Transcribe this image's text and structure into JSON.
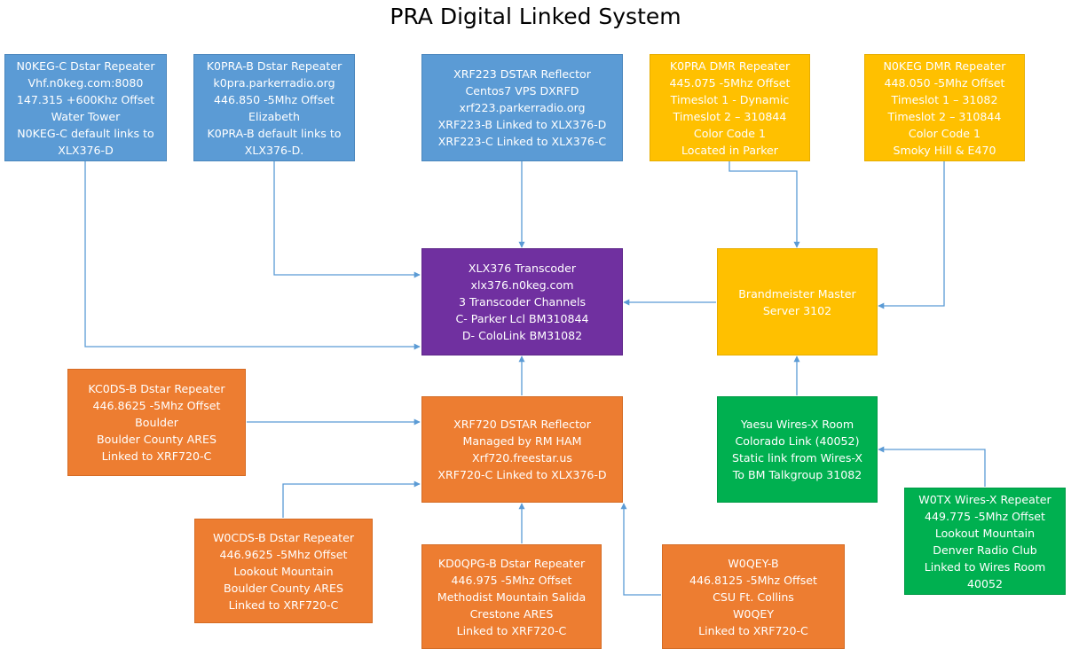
{
  "title": "PRA Digital Linked System",
  "colors": {
    "blue": "#5b9bd5",
    "purple": "#7030a0",
    "gold": "#ffc000",
    "orange": "#ed7d31",
    "green": "#00b050",
    "connector": "#5b9bd5"
  },
  "nodes": {
    "n0keg_c": {
      "lines": [
        "N0KEG-C Dstar Repeater",
        "Vhf.n0keg.com:8080",
        "147.315 +600Khz Offset",
        "Water Tower",
        "N0KEG-C default links to",
        "XLX376-D"
      ]
    },
    "k0pra_b": {
      "lines": [
        "K0PRA-B Dstar Repeater",
        "k0pra.parkerradio.org",
        "446.850 -5Mhz Offset",
        "Elizabeth",
        "K0PRA-B default links to",
        "XLX376-D."
      ]
    },
    "xrf223": {
      "lines": [
        "XRF223 DSTAR Reflector",
        "Centos7 VPS DXRFD",
        "xrf223.parkerradio.org",
        "XRF223-B Linked to XLX376-D",
        "XRF223-C Linked to XLX376-C"
      ]
    },
    "k0pra_dmr": {
      "lines": [
        "K0PRA DMR Repeater",
        "445.075 -5Mhz Offset",
        "Timeslot 1 - Dynamic",
        "Timeslot 2 – 310844",
        "Color Code 1",
        "Located in Parker"
      ]
    },
    "n0keg_dmr": {
      "lines": [
        "N0KEG DMR Repeater",
        "448.050 -5Mhz Offset",
        "Timeslot 1 – 31082",
        "Timeslot 2 – 310844",
        "Color Code 1",
        "Smoky Hill & E470"
      ]
    },
    "xlx376": {
      "lines": [
        "XLX376 Transcoder",
        "xlx376.n0keg.com",
        "3 Transcoder Channels",
        "C- Parker Lcl BM310844",
        "D- ColoLink BM31082"
      ]
    },
    "brandmeister": {
      "lines": [
        "Brandmeister Master",
        "Server 3102"
      ]
    },
    "kc0ds_b": {
      "lines": [
        "KC0DS-B Dstar Repeater",
        "446.8625 -5Mhz Offset",
        "Boulder",
        "Boulder County ARES",
        "Linked to XRF720-C"
      ]
    },
    "xrf720": {
      "lines": [
        "XRF720 DSTAR Reflector",
        "Managed by RM HAM",
        "Xrf720.freestar.us",
        "XRF720-C Linked to XLX376-D"
      ]
    },
    "yaesu": {
      "lines": [
        "Yaesu Wires-X Room",
        "Colorado Link (40052)",
        "Static link from Wires-X",
        "To BM Talkgroup 31082"
      ]
    },
    "w0cds_b": {
      "lines": [
        "W0CDS-B Dstar Repeater",
        "446.9625 -5Mhz Offset",
        "Lookout Mountain",
        "Boulder County ARES",
        "Linked to XRF720-C"
      ]
    },
    "kd0qpg_b": {
      "lines": [
        "KD0QPG-B Dstar Repeater",
        "446.975 -5Mhz Offset",
        "Methodist Mountain Salida",
        "Crestone ARES",
        "Linked to XRF720-C"
      ]
    },
    "w0qey_b": {
      "lines": [
        "W0QEY-B",
        "446.8125 -5Mhz Offset",
        "CSU Ft. Collins",
        "W0QEY",
        "Linked to XRF720-C"
      ]
    },
    "w0tx": {
      "lines": [
        "W0TX Wires-X Repeater",
        "449.775 -5Mhz Offset",
        "Lookout Mountain",
        "Denver Radio Club",
        "Linked to Wires Room",
        "40052"
      ]
    }
  },
  "links": [
    {
      "from": "n0keg_c",
      "to": "xlx376"
    },
    {
      "from": "k0pra_b",
      "to": "xlx376"
    },
    {
      "from": "xrf223",
      "to": "xlx376"
    },
    {
      "from": "k0pra_dmr",
      "to": "brandmeister"
    },
    {
      "from": "n0keg_dmr",
      "to": "brandmeister"
    },
    {
      "from": "brandmeister",
      "to": "xlx376"
    },
    {
      "from": "xrf720",
      "to": "xlx376"
    },
    {
      "from": "kc0ds_b",
      "to": "xrf720"
    },
    {
      "from": "w0cds_b",
      "to": "xrf720"
    },
    {
      "from": "kd0qpg_b",
      "to": "xrf720"
    },
    {
      "from": "w0qey_b",
      "to": "xrf720"
    },
    {
      "from": "yaesu",
      "to": "brandmeister"
    },
    {
      "from": "w0tx",
      "to": "yaesu"
    }
  ]
}
